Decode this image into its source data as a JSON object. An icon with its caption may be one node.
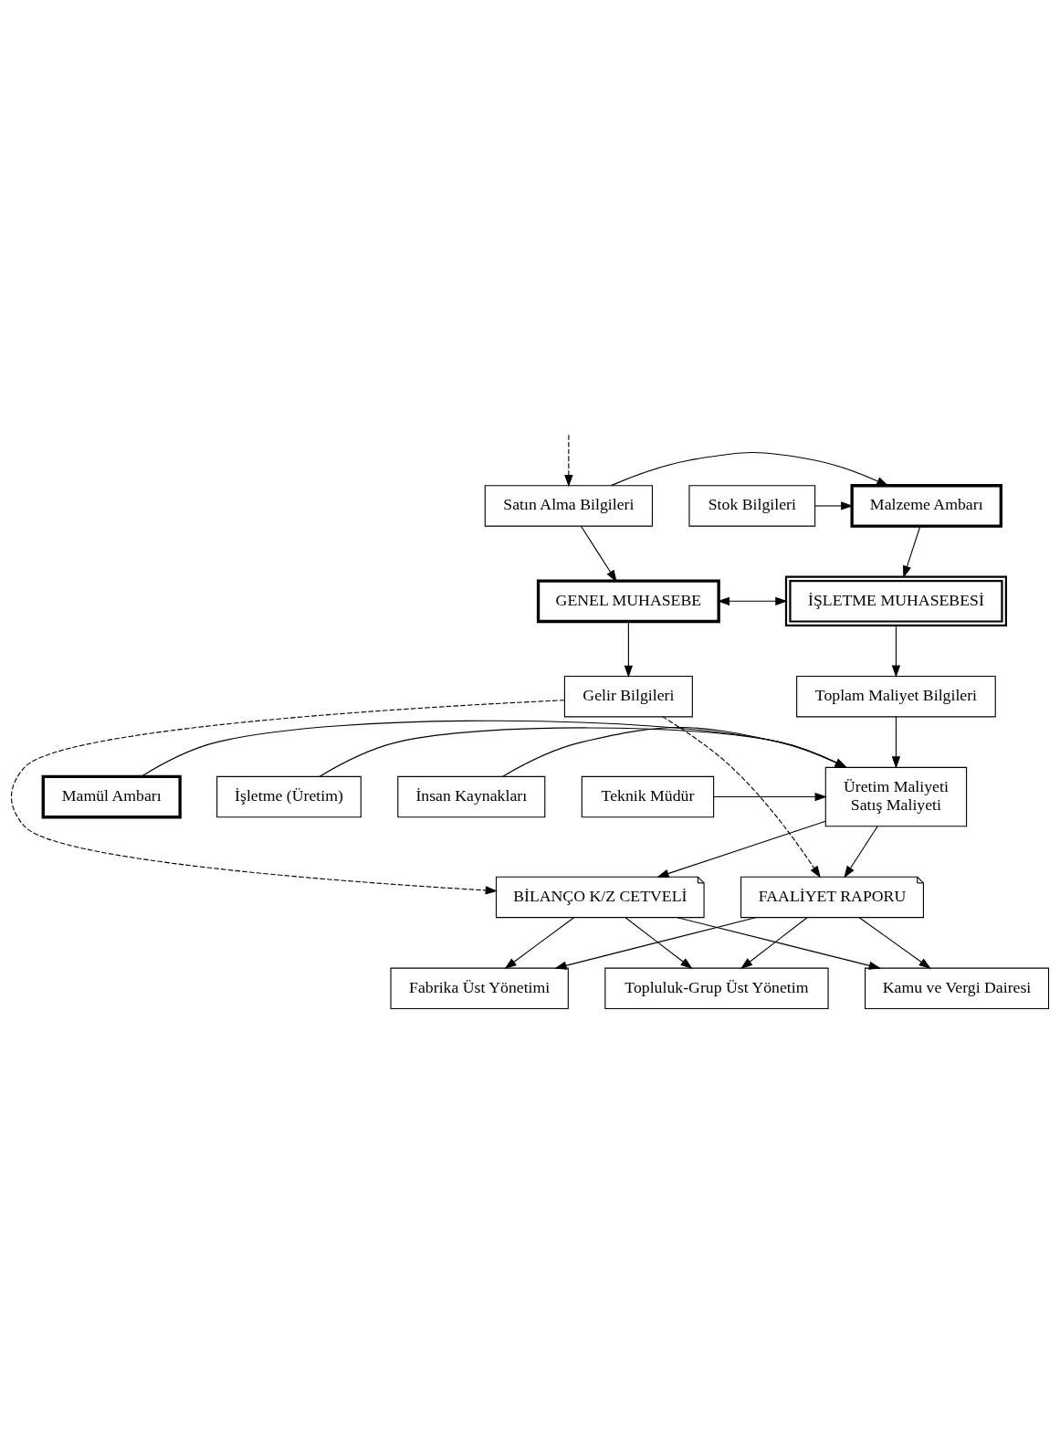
{
  "diagram": {
    "nodes": [
      {
        "text": [
          "Stok Bilgileri"
        ]
      },
      {
        "text": [
          "Malzeme Ambarı"
        ]
      },
      {
        "text": [
          "Satın Alma Bilgileri"
        ]
      },
      {
        "text": [
          "GENEL MUHASEBE"
        ]
      },
      {
        "text": [
          "İŞLETME MUHASEBESİ"
        ]
      },
      {
        "text": [
          "Gelir Bilgileri"
        ]
      },
      {
        "text": [
          "Toplam Maliyet Bilgileri"
        ]
      },
      {
        "text": [
          "İşletme (Üretim)"
        ]
      },
      {
        "text": [
          "İnsan Kaynakları"
        ]
      },
      {
        "text": [
          "Teknik Müdür"
        ]
      },
      {
        "text": [
          "Üretim Maliyeti",
          "Satış Maliyeti"
        ]
      },
      {
        "text": [
          "Mamül Ambarı"
        ]
      },
      {
        "text": [
          "FAALİYET RAPORU"
        ]
      },
      {
        "text": [
          "BİLANÇO K/Z CETVELİ"
        ]
      },
      {
        "text": [
          "Fabrika Üst Yönetimi"
        ]
      },
      {
        "text": [
          "Topluluk-Grup Üst Yönetim"
        ]
      },
      {
        "text": [
          "Kamu ve Vergi Dairesi"
        ]
      }
    ],
    "edges": [
      {
        "from": null,
        "to": 2,
        "arrow": "to",
        "style": "dashed"
      },
      {
        "from": 0,
        "to": 1,
        "arrow": "to"
      },
      {
        "from": 2,
        "to": 1,
        "arrow": "to"
      },
      {
        "from": 1,
        "to": 4,
        "arrow": "to"
      },
      {
        "from": 2,
        "to": 3,
        "arrow": "to"
      },
      {
        "from": 3,
        "to": 4,
        "arrow": "both"
      },
      {
        "from": 4,
        "to": 6,
        "arrow": "to"
      },
      {
        "from": 3,
        "to": 5,
        "arrow": "to"
      },
      {
        "from": 5,
        "to": 12,
        "arrow": "to",
        "style": "dashed"
      },
      {
        "from": 5,
        "to": 13,
        "arrow": "to",
        "style": "dashed"
      },
      {
        "from": 6,
        "to": 10,
        "arrow": "to"
      },
      {
        "from": 7,
        "to": 10,
        "arrow": "to"
      },
      {
        "from": 8,
        "to": 10,
        "arrow": "to"
      },
      {
        "from": 9,
        "to": 10,
        "arrow": "to"
      },
      {
        "from": 11,
        "to": 10,
        "arrow": "to"
      },
      {
        "from": 10,
        "to": 12,
        "arrow": "to"
      },
      {
        "from": 10,
        "to": 13,
        "arrow": "to"
      },
      {
        "from": 12,
        "to": 14,
        "arrow": "to"
      },
      {
        "from": 12,
        "to": 15,
        "arrow": "to"
      },
      {
        "from": 12,
        "to": 16,
        "arrow": "to"
      },
      {
        "from": 13,
        "to": 14,
        "arrow": "to"
      },
      {
        "from": 13,
        "to": 15,
        "arrow": "to"
      },
      {
        "from": 13,
        "to": 16,
        "arrow": "to"
      }
    ]
  }
}
